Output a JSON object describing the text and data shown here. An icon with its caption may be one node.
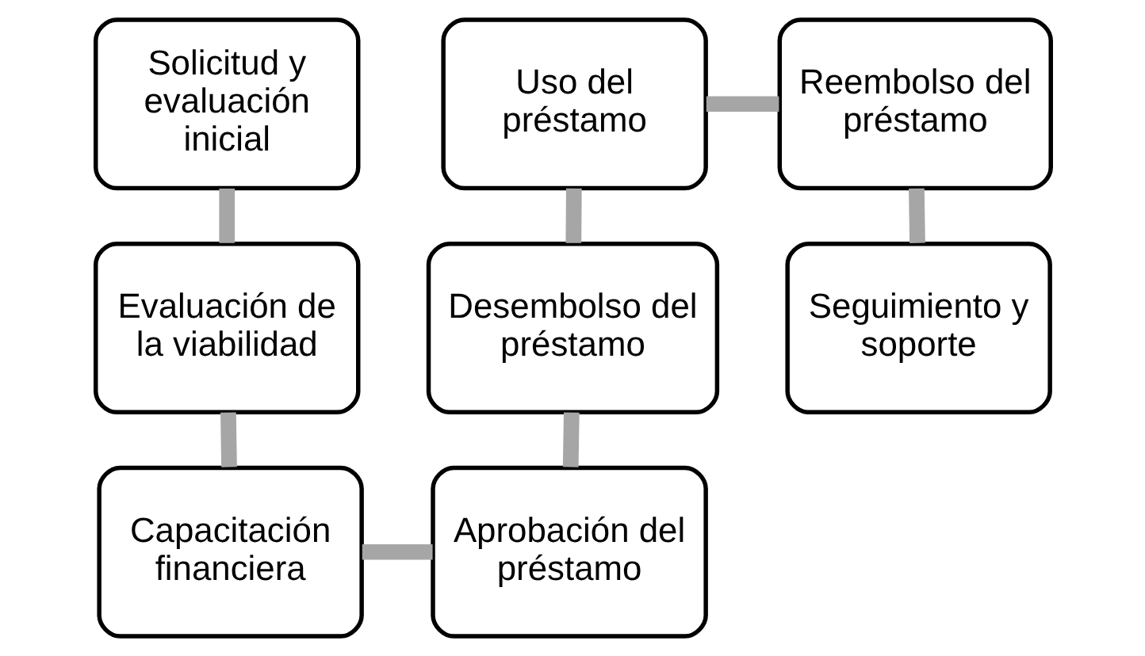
{
  "diagram": {
    "nodes": [
      {
        "text": [
          "Solicitud y evaluación inicial"
        ]
      },
      {
        "text": [
          "Evaluación de la viabilidad"
        ]
      },
      {
        "text": [
          "Capacitación financiera"
        ]
      },
      {
        "text": [
          "Aprobación del préstamo"
        ]
      },
      {
        "text": [
          "Desembolso del préstamo"
        ]
      },
      {
        "text": [
          "Uso del préstamo"
        ]
      },
      {
        "text": [
          "Reembolso del préstamo"
        ]
      },
      {
        "text": [
          "Seguimiento y soporte"
        ]
      }
    ],
    "edges": [
      {
        "from": 0,
        "to": 1,
        "arrow": "none",
        "color": "#a6a6a6"
      },
      {
        "from": 1,
        "to": 2,
        "arrow": "none",
        "color": "#a6a6a6"
      },
      {
        "from": 2,
        "to": 3,
        "arrow": "none",
        "color": "#a6a6a6"
      },
      {
        "from": 3,
        "to": 4,
        "arrow": "none",
        "color": "#a6a6a6"
      },
      {
        "from": 4,
        "to": 5,
        "arrow": "none",
        "color": "#a6a6a6"
      },
      {
        "from": 5,
        "to": 6,
        "arrow": "none",
        "color": "#a6a6a6"
      },
      {
        "from": 6,
        "to": 7,
        "arrow": "none",
        "color": "#a6a6a6"
      }
    ]
  }
}
